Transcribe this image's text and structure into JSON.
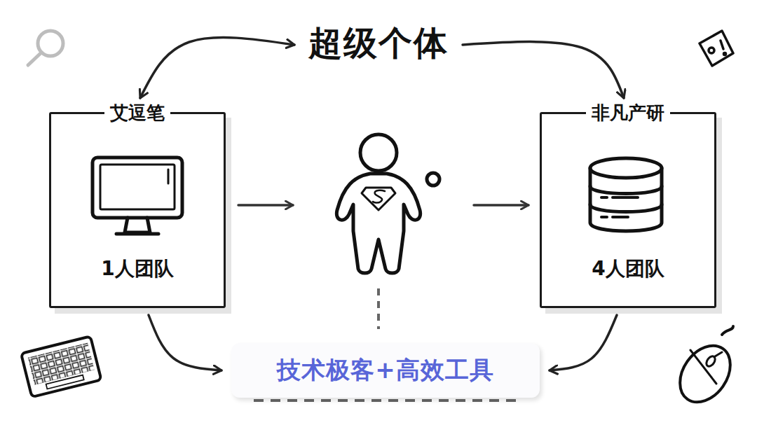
{
  "diagram": {
    "nodes": [
      {
        "text": [
          "超级个体"
        ]
      },
      {
        "text": [
          "艾逗笔",
          "1人团队"
        ]
      },
      {
        "text": [
          "非凡产研",
          "4人团队"
        ]
      },
      {
        "text": [
          "技术极客+高效工具"
        ]
      }
    ],
    "edges": [
      {
        "from": 0,
        "to": 1,
        "arrow": "both"
      },
      {
        "from": 0,
        "to": 2,
        "arrow": "to"
      },
      {
        "from": 1,
        "to": 3,
        "arrow": "to"
      },
      {
        "from": 2,
        "to": 3,
        "arrow": "to"
      }
    ]
  }
}
